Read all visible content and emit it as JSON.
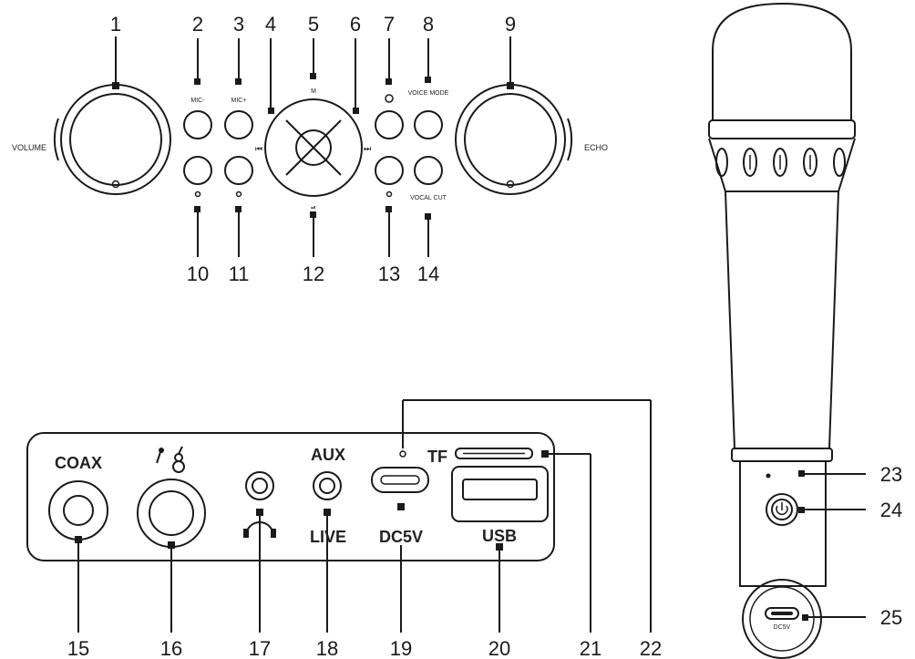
{
  "control_panel": {
    "volume_label": "VOLUME",
    "echo_label": "ECHO",
    "mic_minus_label": "MIC-",
    "mic_plus_label": "MIC+",
    "mode_label": "M",
    "voice_mode_label": "VOICE MODE",
    "vocal_cut_label": "VOCAL CUT",
    "prev_symbol": "⏮",
    "next_symbol": "⏭",
    "play_pause_symbol": "⏯"
  },
  "rear_panel": {
    "coax_label": "COAX",
    "aux_label": "AUX",
    "live_label": "LIVE",
    "tf_label": "TF",
    "dc5v_label": "DC5V",
    "usb_label": "USB"
  },
  "microphone": {
    "dc5v_label": "DC5V"
  },
  "callouts": {
    "n1": "1",
    "n2": "2",
    "n3": "3",
    "n4": "4",
    "n5": "5",
    "n6": "6",
    "n7": "7",
    "n8": "8",
    "n9": "9",
    "n10": "10",
    "n11": "11",
    "n12": "12",
    "n13": "13",
    "n14": "14",
    "n15": "15",
    "n16": "16",
    "n17": "17",
    "n18": "18",
    "n19": "19",
    "n20": "20",
    "n21": "21",
    "n22": "22",
    "n23": "23",
    "n24": "24",
    "n25": "25"
  }
}
